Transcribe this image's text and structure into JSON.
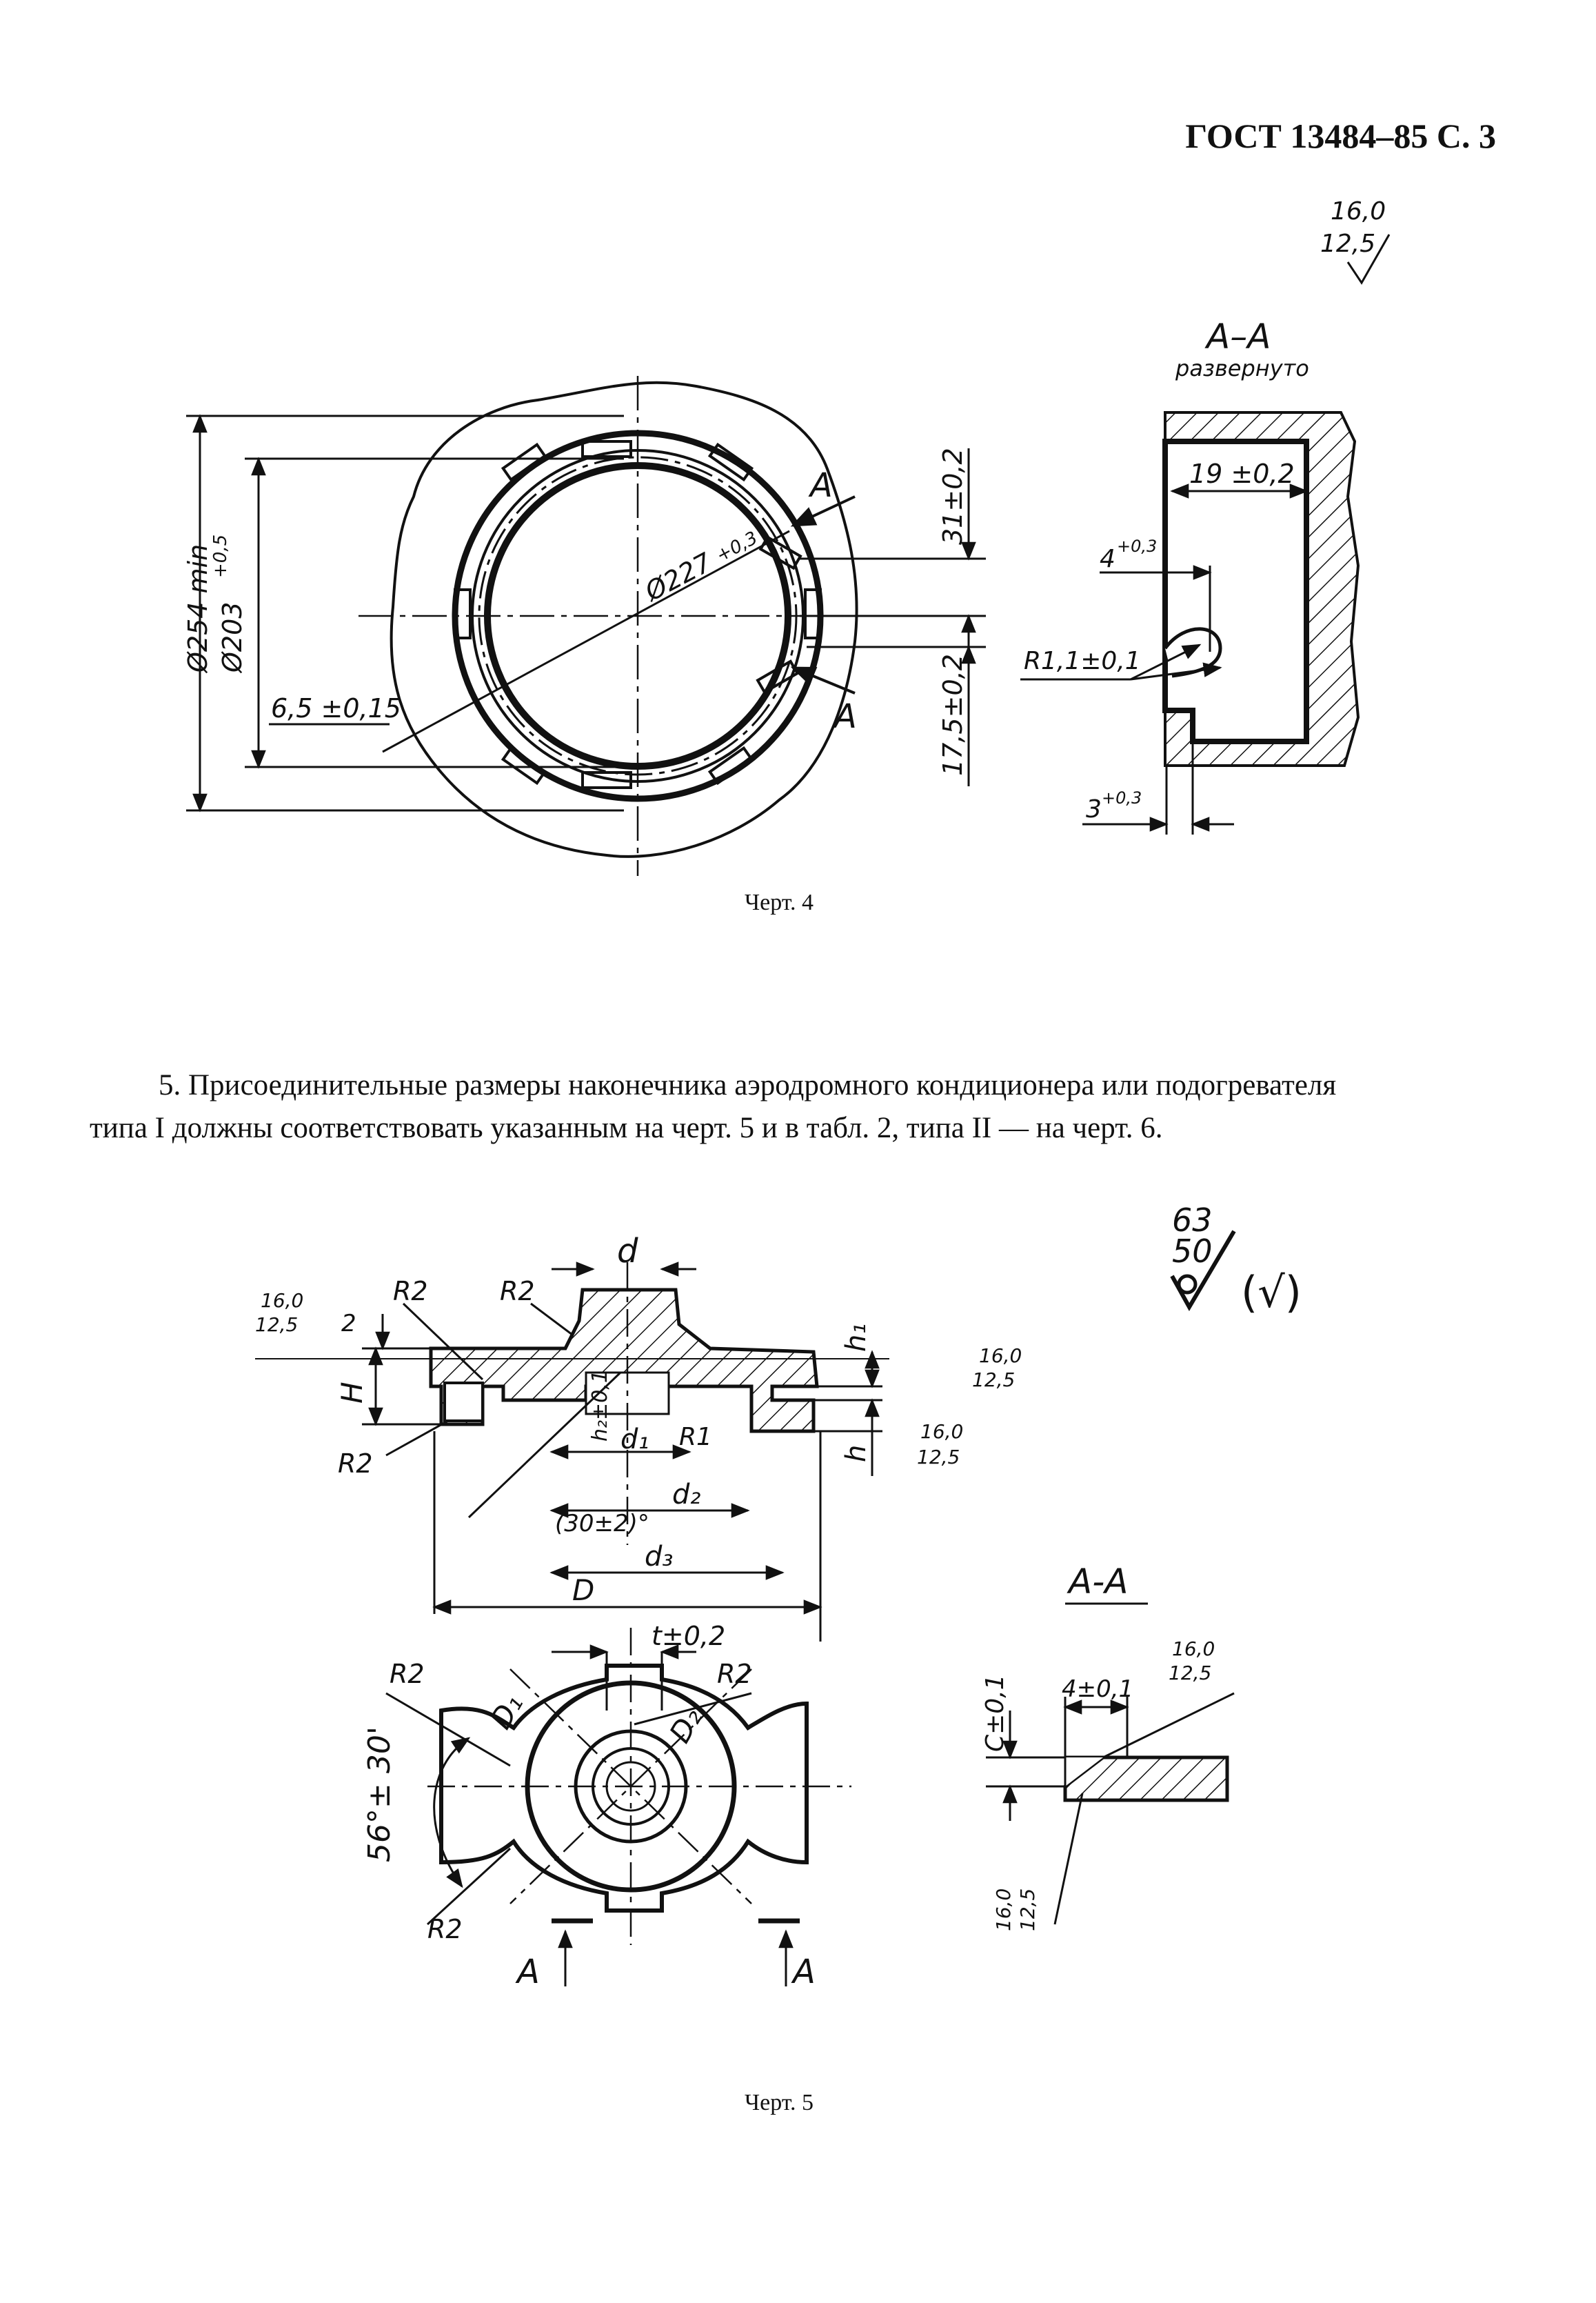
{
  "header": {
    "page_ref": "ГОСТ 13484–85 С. 3"
  },
  "figure4": {
    "caption": "Черт. 4",
    "roughness": [
      "16,0",
      "12,5"
    ],
    "section_title": "А–А",
    "section_note": "развернуто",
    "dims": {
      "d254": "Ø254 min",
      "d203": "Ø203",
      "d203_tol": "+0,5",
      "d227": "Ø227",
      "d227_tol": "+0,3",
      "w65": "6,5 ±0,15",
      "h31": "31±0,2",
      "h175": "17,5±0,2",
      "s19": "19 ±0,2",
      "s4": "4",
      "s4_tol": "+0,3",
      "r11": "R1,1±0,1",
      "s3": "3",
      "s3_tol": "+0,3",
      "sec": "А"
    }
  },
  "paragraph": {
    "line1": "5. Присоединительные размеры наконечника аэродромного кондиционера или подогревателя",
    "line2": "типа I должны соответствовать указанным на черт. 5 и в табл. 2, типа II — на черт. 6."
  },
  "figure5": {
    "caption": "Черт. 5",
    "roughness_general": [
      "63",
      "50"
    ],
    "roughness_other": "(√)",
    "roughness": [
      "16,0",
      "12,5"
    ],
    "section_title": "А-А",
    "dims": {
      "d": "d",
      "r2": "R2",
      "two": "2",
      "H": "H",
      "h1": "h₁",
      "h": "h",
      "h2": "h₂±0,1",
      "d1": "d₁",
      "r1": "R1",
      "d2": "d₂",
      "angle": "(30±2)°",
      "d3": "d₃",
      "D": "D",
      "t": "t±0,2",
      "D1": "D₁",
      "D2": "D₂",
      "ang56": "56°± 30'",
      "sec": "А",
      "c": "C±0,1",
      "w4": "4±0,1"
    }
  }
}
